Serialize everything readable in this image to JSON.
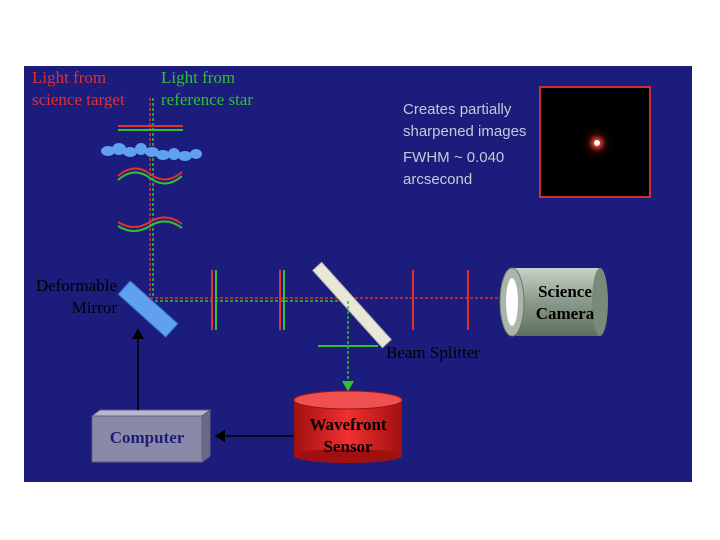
{
  "labels": {
    "science_light": [
      "Light from",
      "science target"
    ],
    "reference_light": [
      "Light from",
      "reference star"
    ],
    "deformable_mirror": [
      "Deformable",
      "Mirror"
    ],
    "science_camera": [
      "Science",
      "Camera"
    ],
    "beam_splitter": "Beam Splitter",
    "computer": "Computer",
    "wavefront_sensor": [
      "Wavefront",
      "Sensor"
    ]
  },
  "notes": {
    "sharpened": [
      "Creates partially",
      "sharpened images"
    ],
    "fwhm": [
      "FWHM ~ 0.040",
      "arcsecond"
    ]
  },
  "colors": {
    "background": "#1c1c7c",
    "science_light": "#e03030",
    "reference_light": "#30c030",
    "mirror": "#60a0f0",
    "camera_body": "#9aaa9a",
    "camera_lens": "#ffffff",
    "computer_box": "#8a8aa8",
    "sensor_drum": "#e01818",
    "arrow": "#000000",
    "note_text": "#c8c8d8",
    "label_text": "#000000"
  }
}
